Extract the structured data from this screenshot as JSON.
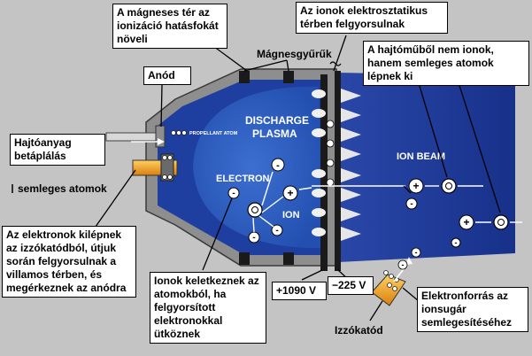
{
  "labels": {
    "magnetic": "A mágneses tér az ionizáció hatásfokát növeli",
    "ions_accel": "Az ionok elektrosztatikus térben felgyorsulnak",
    "magnet_rings": "Mágnesgyűrűk",
    "neutral_out": "A hajtóműből nem ionok, hanem semleges atomok lépnek ki",
    "anode": "Anód",
    "propellant_feed": "Hajtóanyag betáplálás",
    "neutral_atoms": "semleges atomok",
    "electrons": "Az elektronok kilépnek az izzókatódból, útjuk során felgyorsulnak a villamos térben, és megérkeznek az anódra",
    "ions_created": "Ionok keletkeznek az atomokból, ha felgyorsított elektronokkal ütköznek",
    "v_plus": "+1090 V",
    "v_minus": "−225 V",
    "electron_source": "Elektronforrás az ionsugár semlegesítéséhez",
    "filament": "Izzókatód"
  },
  "inner": {
    "propellant_atom": "PROPELLANT ATOM",
    "discharge": "DISCHARGE",
    "plasma": "PLASMA",
    "electron": "ELECTRON",
    "ion": "ION",
    "ion_beam": "ION BEAM"
  },
  "colors": {
    "background": "#c4c4c4",
    "chamber_blue": "#1f3fa0",
    "beam_blue": "#2340a0",
    "rim_gray": "#8e8e8e",
    "orange": "#f0a020"
  }
}
